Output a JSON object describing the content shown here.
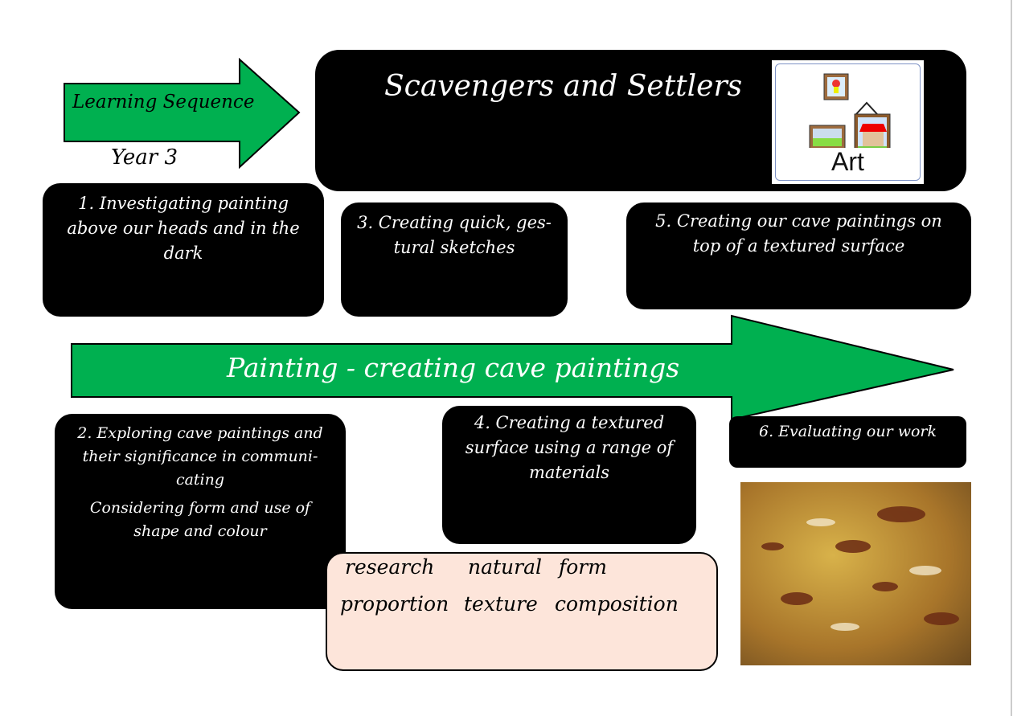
{
  "header": {
    "sequence_label": "Learning Sequence",
    "year": "Year 3",
    "title": "Scavengers and Settlers",
    "subject_badge": "Art"
  },
  "main_arrow": "Painting - creating cave paintings",
  "steps": [
    "1.   Investigating painting above our heads and in the dark",
    "3. Creating quick, ges-tural sketches",
    "5. Creating our cave paintings on top of a textured surface",
    "2. Exploring cave paintings and their significance in communi-cating",
    "Considering form and use of shape and colour",
    "4. Creating a textured surface using a range of materials",
    "6.  Evaluating our work"
  ],
  "vocabulary": {
    "row1": [
      "research",
      "natural",
      "form"
    ],
    "row2": [
      "proportion",
      "texture",
      "composition"
    ]
  },
  "colors": {
    "arrow": "#00b050",
    "box": "#000000",
    "vocab_bg": "#fde5da"
  }
}
